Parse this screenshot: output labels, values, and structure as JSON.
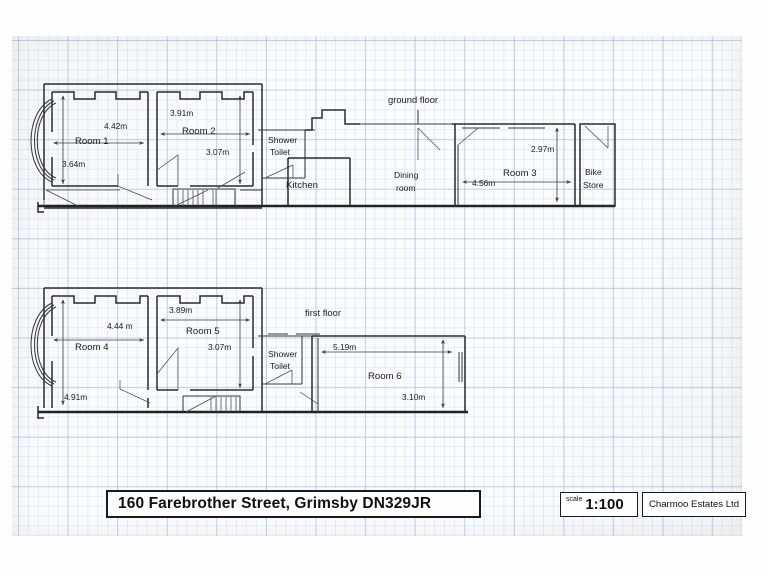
{
  "document": {
    "type": "floor-plan",
    "title": "160 Farebrother Street, Grimsby DN329JR",
    "scale_word": "scale",
    "scale_value": "1:100",
    "firm": "Charmoo Estates Ltd"
  },
  "floors": [
    {
      "id": "ground",
      "label": "ground floor",
      "rooms": [
        {
          "name": "Room 1",
          "width": "4.42m",
          "depth": "3.64m",
          "feature": "bay-window"
        },
        {
          "name": "Room 2",
          "width": "3.91m",
          "depth": "3.07m"
        },
        {
          "name": "Shower",
          "name2": "Toilet"
        },
        {
          "name": "Kitchen"
        },
        {
          "name": "Dining",
          "name2": "room"
        },
        {
          "name": "Room 3",
          "width": "4.56m",
          "depth": "2.97m"
        },
        {
          "name": "Bike",
          "name2": "Store"
        }
      ]
    },
    {
      "id": "first",
      "label": "first floor",
      "rooms": [
        {
          "name": "Room 4",
          "width": "4.44 m",
          "depth": "4.91m",
          "feature": "bay-window"
        },
        {
          "name": "Room 5",
          "width": "3.89m",
          "depth": "3.07m"
        },
        {
          "name": "Shower",
          "name2": "Toilet"
        },
        {
          "name": "Room 6",
          "width": "5.19m",
          "depth": "3.10m"
        }
      ]
    }
  ],
  "labels": {
    "ground_floor": "ground floor",
    "first_floor": "first floor",
    "room1": "Room 1",
    "room1_w": "4.42m",
    "room1_d": "3.64m",
    "room2": "Room 2",
    "room2_w": "3.91m",
    "room2_d": "3.07m",
    "shower": "Shower",
    "toilet": "Toilet",
    "kitchen": "Kitchen",
    "dining": "Dining",
    "dining2": "room",
    "room3": "Room 3",
    "room3_w": "4.56m",
    "room3_d": "2.97m",
    "bike": "Bike",
    "store": "Store",
    "room4": "Room 4",
    "room4_w": "4.44 m",
    "room4_d": "4.91m",
    "room5": "Room 5",
    "room5_w": "3.89m",
    "room5_d": "3.07m",
    "shower2": "Shower",
    "toilet2": "Toilet",
    "room6": "Room 6",
    "room6_w": "5.19m",
    "room6_d": "3.10m"
  },
  "colors": {
    "paper": "#fbfcfd",
    "grid_major": "#96b9e1",
    "grid_minor": "#afcdeb",
    "ink": "#2b2b2b",
    "background": "#ffffff"
  }
}
